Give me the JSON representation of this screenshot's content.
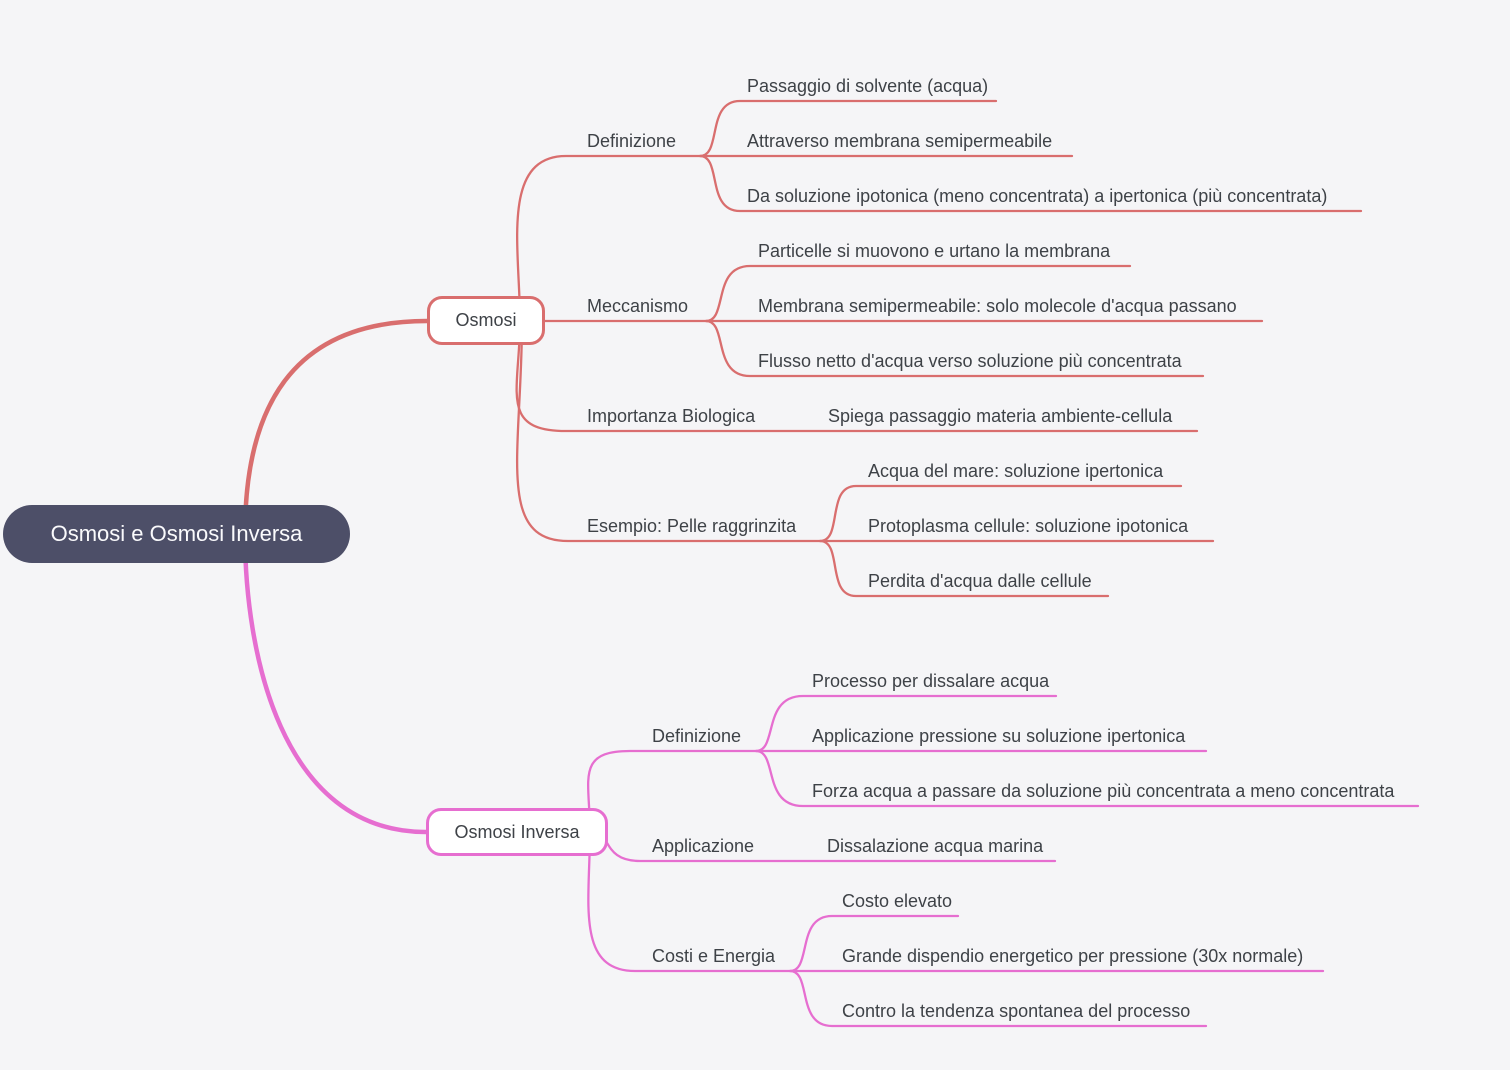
{
  "colors": {
    "background": "#f5f5f7",
    "branch_osmosi": "#d96e6e",
    "branch_osmosi_inversa": "#e66ed0",
    "root_fill": "#4d4f68",
    "root_text": "#fafafc",
    "label_text": "#3e4247"
  },
  "mindmap": {
    "root": {
      "label": "Osmosi e Osmosi Inversa"
    },
    "branches": [
      {
        "label": "Osmosi",
        "color": "#d96e6e",
        "children": [
          {
            "label": "Definizione",
            "children": [
              "Passaggio di solvente (acqua)",
              "Attraverso membrana semipermeabile",
              "Da soluzione ipotonica (meno concentrata) a ipertonica (più concentrata)"
            ]
          },
          {
            "label": "Meccanismo",
            "children": [
              "Particelle si muovono e urtano la membrana",
              "Membrana semipermeabile: solo molecole d'acqua passano",
              "Flusso netto d'acqua verso soluzione più concentrata"
            ]
          },
          {
            "label": "Importanza Biologica",
            "children": [
              "Spiega passaggio materia ambiente-cellula"
            ]
          },
          {
            "label": "Esempio: Pelle raggrinzita",
            "children": [
              "Acqua del mare: soluzione ipertonica",
              "Protoplasma cellule: soluzione ipotonica",
              "Perdita d'acqua dalle cellule"
            ]
          }
        ]
      },
      {
        "label": "Osmosi Inversa",
        "color": "#e66ed0",
        "children": [
          {
            "label": "Definizione",
            "children": [
              "Processo per dissalare acqua",
              "Applicazione pressione su soluzione ipertonica",
              "Forza acqua a passare da soluzione più concentrata a meno concentrata"
            ]
          },
          {
            "label": "Applicazione",
            "children": [
              "Dissalazione acqua marina"
            ]
          },
          {
            "label": "Costi e Energia",
            "children": [
              "Costo elevato",
              "Grande dispendio energetico per pressione (30x normale)",
              "Contro la tendenza spontanea del processo"
            ]
          }
        ]
      }
    ]
  }
}
